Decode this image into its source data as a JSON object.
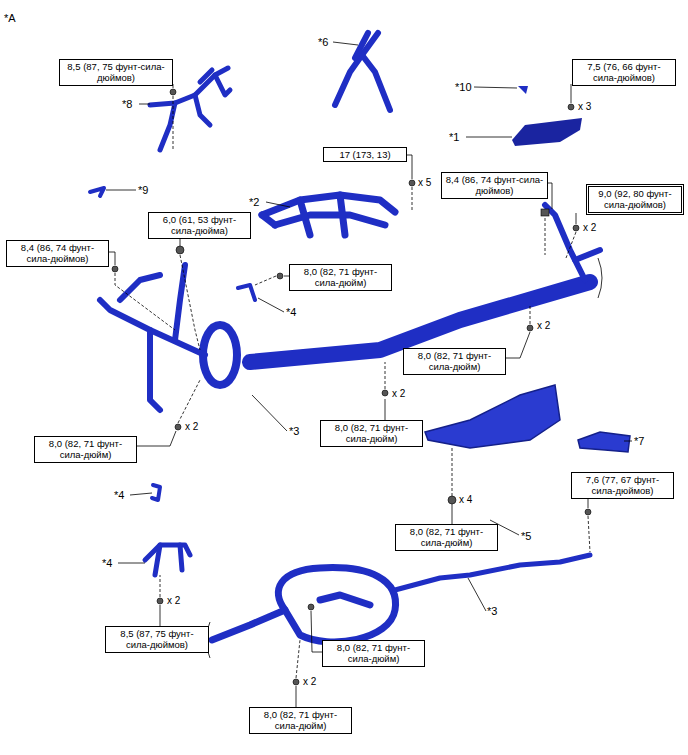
{
  "diagram": {
    "nodes": [
      {
        "text": [
          "8,5 (87, 75 фунт-сила-дюймов)"
        ]
      },
      {
        "text": [
          "7,5 (76, 66 фунт-сила-дюймов)"
        ]
      },
      {
        "text": [
          "17 (173, 13)"
        ]
      },
      {
        "text": [
          "8,4 (86, 74 фунт-сила-дюймов)"
        ]
      },
      {
        "text": [
          "9,0 (92, 80 фунт-сила-дюймов)"
        ]
      },
      {
        "text": [
          "6,0 (61, 53 фунт-сила-дюйма)"
        ]
      },
      {
        "text": [
          "8,4 (86, 74 фунт-сила-дюймов)"
        ]
      },
      {
        "text": [
          "8,0 (82, 71 фунт-сила-дюйм)"
        ]
      },
      {
        "text": [
          "8,0 (82, 71 фунт-сила-дюйм)"
        ]
      },
      {
        "text": [
          "8,0 (82, 71 фунт-сила-дюйм)"
        ]
      },
      {
        "text": [
          "8,0 (82, 71 фунт-сила-дюйм)"
        ]
      },
      {
        "text": [
          "7,6 (77, 67 фунт-сила-дюймов)"
        ]
      },
      {
        "text": [
          "8,0 (82, 71 фунт-сила-дюйм)"
        ]
      },
      {
        "text": [
          "8,5 (87, 75 фунт-сила-дюймов)"
        ]
      },
      {
        "text": [
          "8,0 (82, 71 фунт-сила-дюйм)"
        ]
      },
      {
        "text": [
          "8,0 (82, 71 фунт-сила-дюйм)"
        ]
      }
    ],
    "labels": [
      "*A",
      "*6",
      "*10",
      "*1",
      "x 3",
      "*8",
      "x 5",
      "*9",
      "*2",
      "x 2",
      "*4",
      "x 2",
      "x 2",
      "*3",
      "x 2",
      "x 4",
      "*5",
      "*7",
      "*4",
      "*4",
      "x 2",
      "*3",
      "x 2"
    ]
  }
}
